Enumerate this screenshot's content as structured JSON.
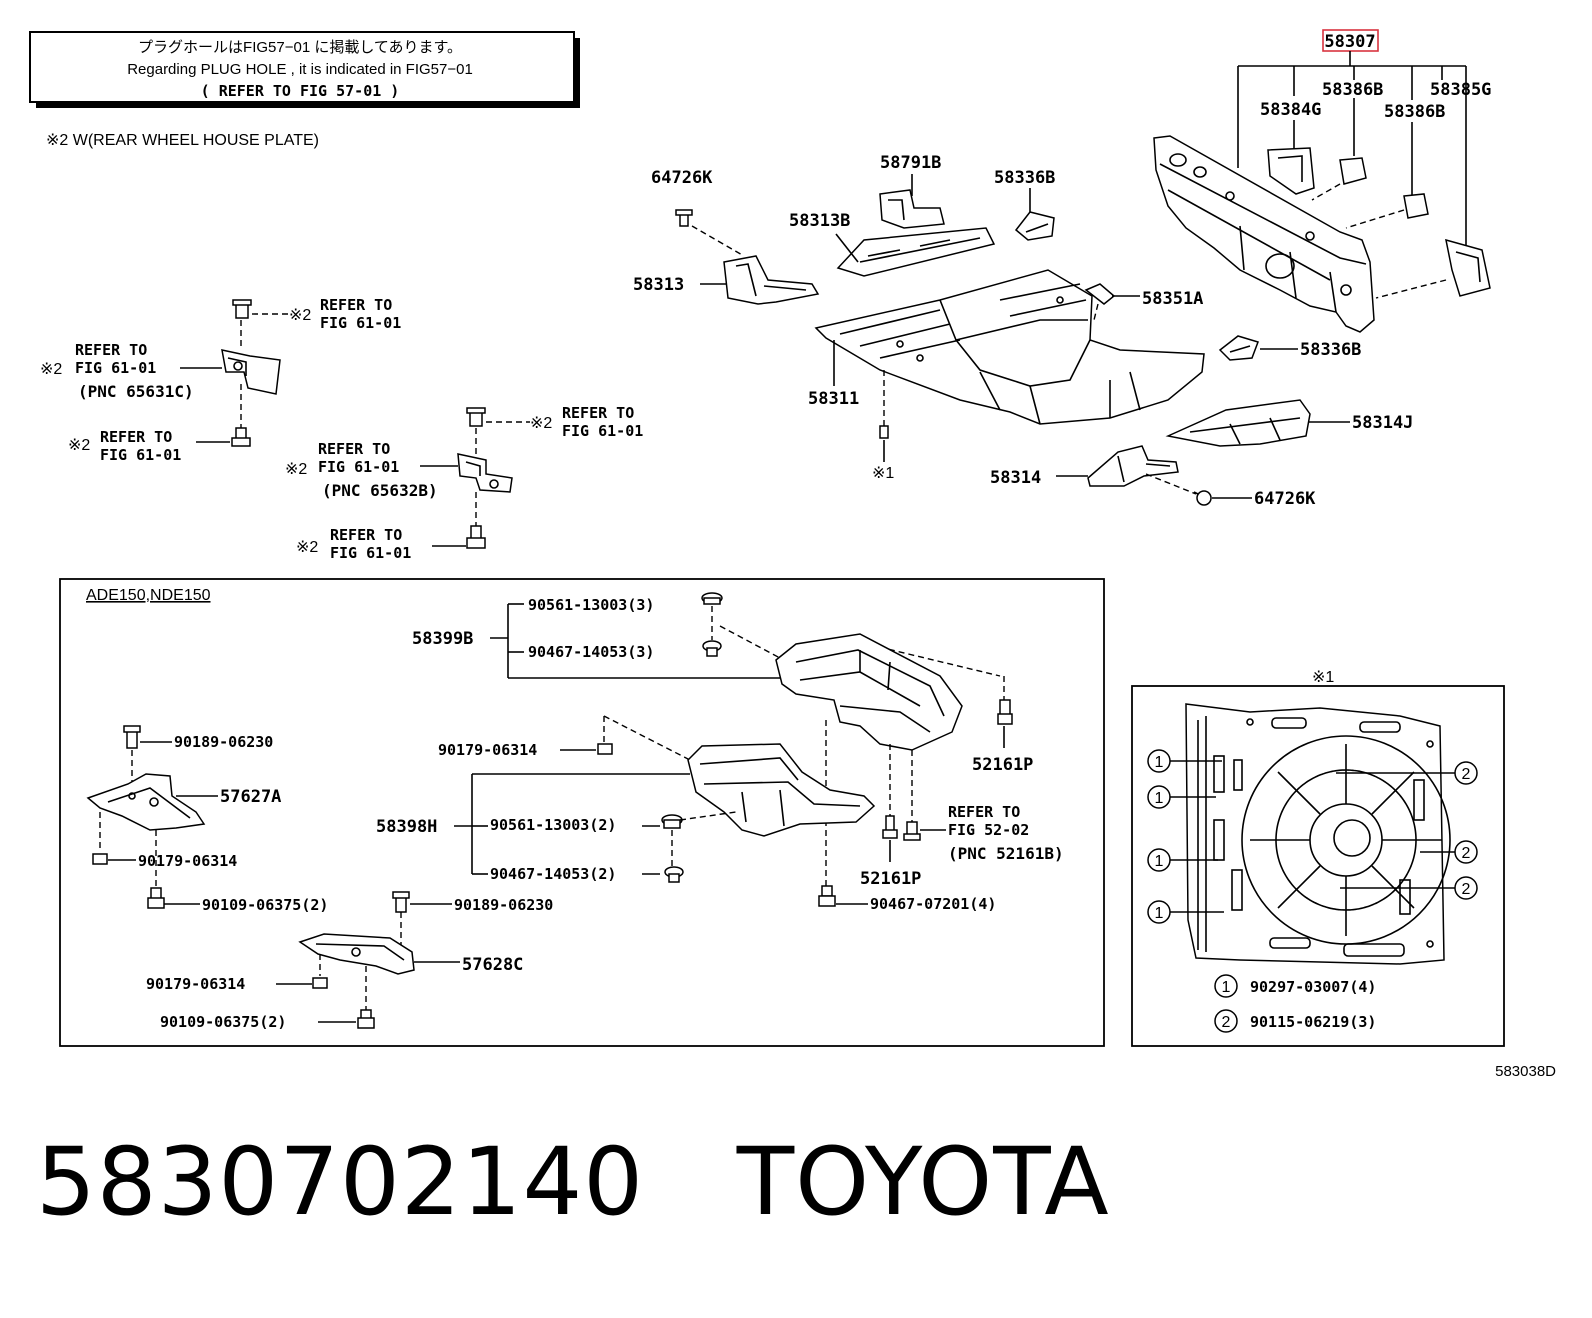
{
  "note_box": {
    "line1": "プラグホールはFIG57−01 に掲載してあります。",
    "line2": "Regarding  PLUG  HOLE  ,  it  is  indicated  in  FIG57−01",
    "line3": "( REFER TO FIG 57-01 )"
  },
  "mark2_note": "※2  W(REAR WHEEL HOUSE PLATE)",
  "refer": {
    "refer_to": "REFER TO",
    "fig_61_01": "FIG 61-01",
    "fig_52_02": "FIG 52-02",
    "pnc_65631c": "(PNC 65631C)",
    "pnc_65632b": "(PNC 65632B)",
    "pnc_52161b": "(PNC 52161B)"
  },
  "marks": {
    "m1": "※1",
    "m2": "※2",
    "c1": "1",
    "c2": "2"
  },
  "parts": {
    "p58307": "58307",
    "p58386B": "58386B",
    "p58385G": "58385G",
    "p58384G": "58384G",
    "p58386B_2": "58386B",
    "p64726K_1": "64726K",
    "p58791B": "58791B",
    "p58336B_1": "58336B",
    "p58313B": "58313B",
    "p58313": "58313",
    "p58351A": "58351A",
    "p58336B_2": "58336B",
    "p58311": "58311",
    "p58314J": "58314J",
    "p58314": "58314",
    "p64726K_2": "64726K"
  },
  "lower_box": {
    "title": "ADE150,NDE150",
    "p58399B": "58399B",
    "p90561_3": "90561-13003(3)",
    "p90467_3": "90467-14053(3)",
    "p52161P_1": "52161P",
    "p90189_a": "90189-06230",
    "p90179_a": "90179-06314",
    "p57627A": "57627A",
    "p90179_b": "90179-06314",
    "p58398H": "58398H",
    "p90561_2": "90561-13003(2)",
    "p90467_2": "90467-14053(2)",
    "p52161P_2": "52161P",
    "p90467_4": "90467-07201(4)",
    "p90109_a": "90109-06375(2)",
    "p90189_b": "90189-06230",
    "p57628C": "57628C",
    "p90179_c": "90179-06314",
    "p90109_b": "90109-06375(2)"
  },
  "detail_box": {
    "title": "※1",
    "legend1": "90297-03007(4)",
    "legend2": "90115-06219(3)"
  },
  "diagram_code": "583038D",
  "caption": "5830702140   TOYOTA",
  "colors": {
    "highlight": "#d9333f",
    "ink": "#000000"
  }
}
